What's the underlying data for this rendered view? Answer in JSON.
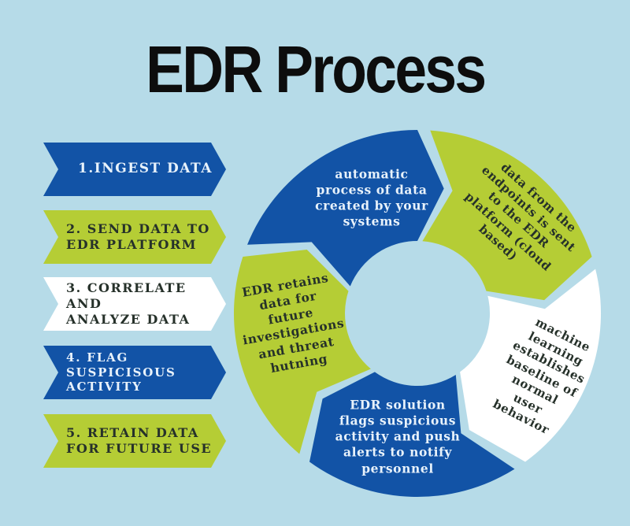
{
  "title": "EDR Process",
  "colors": {
    "background": "#b6dbe8",
    "blue": "#1253a6",
    "green": "#b5cd35",
    "white": "#ffffff",
    "dark_text": "#26312a",
    "light_text": "#e8f2fb",
    "title_text": "#0d0d0d"
  },
  "steps": [
    {
      "label": "1.INGEST DATA",
      "color": "blue"
    },
    {
      "label": "2. SEND DATA TO\nEDR PLATFORM",
      "color": "green"
    },
    {
      "label": "3. CORRELATE AND\nANALYZE DATA",
      "color": "white"
    },
    {
      "label": "4. FLAG\nSUSPICISOUS\nACTIVITY",
      "color": "blue"
    },
    {
      "label": "5. RETAIN DATA\nFOR FUTURE USE",
      "color": "green"
    }
  ],
  "cycle": {
    "direction": "clockwise",
    "segments": [
      {
        "text": "automatic\nprocess of data\ncreated by your\nsystems",
        "color": "blue"
      },
      {
        "text": "data from the\nendpoints is sent\nto the EDR\nplatform (cloud\nbased)",
        "color": "green"
      },
      {
        "text": "machine\nlearning\nestablishes\nbaseline of\nnormal\nuser\nbehavior",
        "color": "white"
      },
      {
        "text": "EDR solution\nflags suspicious\nactivity and push\nalerts to notify\npersonnel",
        "color": "blue"
      },
      {
        "text": "EDR retains\ndata for\nfuture\ninvestigations\nand threat\nhutning",
        "color": "green"
      }
    ]
  }
}
